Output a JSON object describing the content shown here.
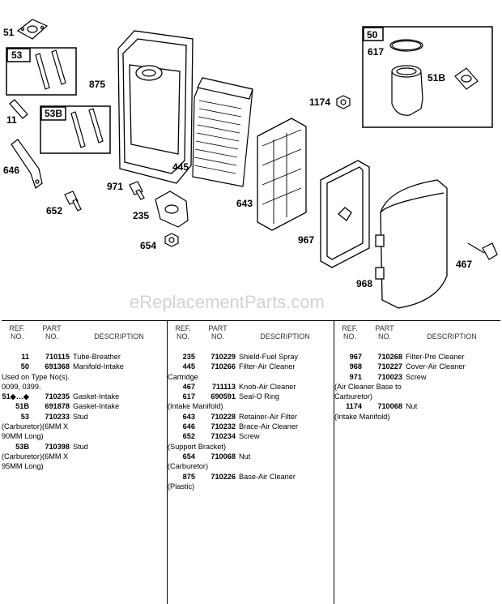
{
  "callouts": [
    "51",
    "53",
    "875",
    "11",
    "53B",
    "646",
    "971",
    "652",
    "235",
    "654",
    "445",
    "643",
    "1174",
    "50",
    "617",
    "51B",
    "967",
    "968",
    "467"
  ],
  "watermark": "eReplacementParts.com",
  "table": {
    "header": {
      "ref": "REF.\nNO.",
      "part": "PART\nNO.",
      "desc": "DESCRIPTION"
    },
    "columns": [
      [
        {
          "ref": "11",
          "part": "710115",
          "desc": "Tube-Breather"
        },
        {
          "ref": "50",
          "part": "691368",
          "desc": "Manifold-Intake\nUsed on Type No(s).\n0099, 0399."
        },
        {
          "ref": "51◆…◆",
          "part": "710235",
          "desc": "Gasket-Intake"
        },
        {
          "ref": "51B",
          "part": "691878",
          "desc": "Gasket-Intake"
        },
        {
          "ref": "53",
          "part": "710233",
          "desc": "Stud\n(Carburetor)(6MM X\n90MM Long)"
        },
        {
          "ref": "53B",
          "part": "710398",
          "desc": "Stud\n(Carburetor)(6MM X\n95MM Long)"
        }
      ],
      [
        {
          "ref": "235",
          "part": "710229",
          "desc": "Shield-Fuel Spray"
        },
        {
          "ref": "445",
          "part": "710266",
          "desc": "Filter-Air Cleaner\nCartridge"
        },
        {
          "ref": "467",
          "part": "711113",
          "desc": "Knob-Air Cleaner"
        },
        {
          "ref": "617",
          "part": "690591",
          "desc": "Seal-O Ring\n(Intake Manifold)"
        },
        {
          "ref": "643",
          "part": "710228",
          "desc": "Retainer-Air Filter"
        },
        {
          "ref": "646",
          "part": "710232",
          "desc": "Brace-Air Cleaner"
        },
        {
          "ref": "652",
          "part": "710234",
          "desc": "Screw\n(Support Bracket)"
        },
        {
          "ref": "654",
          "part": "710068",
          "desc": "Nut\n(Carburetor)"
        },
        {
          "ref": "875",
          "part": "710226",
          "desc": "Base-Air Cleaner\n(Plastic)"
        }
      ],
      [
        {
          "ref": "967",
          "part": "710268",
          "desc": "Filter-Pre Cleaner"
        },
        {
          "ref": "968",
          "part": "710227",
          "desc": "Cover-Air Cleaner"
        },
        {
          "ref": "971",
          "part": "710023",
          "desc": "Screw\n(Air Cleaner Base to\nCarburetor)"
        },
        {
          "ref": "1174",
          "part": "710068",
          "desc": "Nut\n(Intake Manifold)"
        }
      ]
    ]
  }
}
